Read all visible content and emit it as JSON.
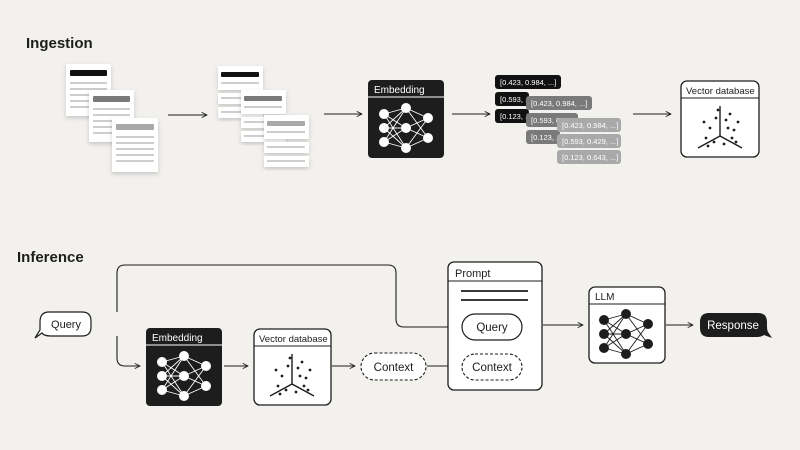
{
  "sections": {
    "ingestion": "Ingestion",
    "inference": "Inference"
  },
  "ingestion": {
    "embedding_title": "Embedding",
    "vector_db_title": "Vector database",
    "vectors": {
      "group1": [
        "[0.423, 0.984, ...]",
        "[0.593, ...",
        "[0.123, ..."
      ],
      "group2": [
        "[0.423, 0.984, ...]",
        "[0.593, 0.429, ...",
        "[0.123, ..."
      ],
      "group3": [
        "[0.423, 0.984, ...]",
        "[0.593, 0.429, ...]",
        "[0.123, 0.643, ...]"
      ]
    }
  },
  "inference": {
    "query": "Query",
    "embedding_title": "Embedding",
    "vector_db_title": "Vector database",
    "context": "Context",
    "prompt_title": "Prompt",
    "prompt_query": "Query",
    "prompt_context": "Context",
    "llm_title": "LLM",
    "response": "Response"
  },
  "colors": {
    "background": "#f2f1ee",
    "ink": "#1d1d1d",
    "vector_dark": "#111111",
    "vector_mid": "#7a7a7a",
    "vector_light": "#a9a9a9"
  }
}
